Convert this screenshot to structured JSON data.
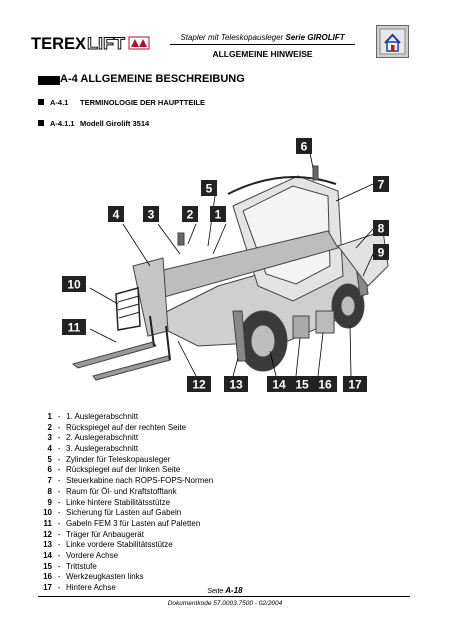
{
  "header": {
    "brand_text": "TEREX",
    "brand_text_outline": "LIFT",
    "subtitle_prefix": "Stapler mit Teleskopausleger",
    "subtitle_model": "Serie GIROLIFT",
    "section": "ALLGEMEINE HINWEISE",
    "home_icon": "home-icon"
  },
  "section": {
    "title": "A-4 ALLGEMEINE BESCHREIBUNG",
    "sub1_num": "A-4.1",
    "sub1_title": "TERMINOLOGIE DER HAUPTTEILE",
    "sub2_num": "A-4.1.1",
    "sub2_title": "Modell Girolift 3514"
  },
  "figure": {
    "callouts": [
      "1",
      "2",
      "3",
      "4",
      "5",
      "6",
      "7",
      "8",
      "9",
      "10",
      "11",
      "12",
      "13",
      "14",
      "15",
      "16",
      "17"
    ]
  },
  "legend": [
    {
      "n": "1",
      "t": "1. Auslegerabschnitt"
    },
    {
      "n": "2",
      "t": "Rückspiegel auf der rechten Seite"
    },
    {
      "n": "3",
      "t": "2. Auslegerabschnitt"
    },
    {
      "n": "4",
      "t": "3. Auslegerabschnitt"
    },
    {
      "n": "5",
      "t": "Zylinder für Teleskopausleger"
    },
    {
      "n": "6",
      "t": "Rückspiegel auf der linken Seite"
    },
    {
      "n": "7",
      "t": "Steuerkabine nach ROPS-FOPS-Normen"
    },
    {
      "n": "8",
      "t": "Raum für Öl- und Kraftstofftank"
    },
    {
      "n": "9",
      "t": "Linke hintere Stabilitätsstütze"
    },
    {
      "n": "10",
      "t": "Sicherung für Lasten auf Gabeln"
    },
    {
      "n": "11",
      "t": "Gabeln FEM 3 für Lasten auf Paletten"
    },
    {
      "n": "12",
      "t": "Träger für Anbaugerät"
    },
    {
      "n": "13",
      "t": "Linke vordere Stabilitätsstütze"
    },
    {
      "n": "14",
      "t": "Vordere Achse"
    },
    {
      "n": "15",
      "t": "Trittstufe"
    },
    {
      "n": "16",
      "t": "Werkzeugkasten links"
    },
    {
      "n": "17",
      "t": "Hintere Achse"
    }
  ],
  "legend_dash": "-",
  "footer": {
    "page_label": "Seite",
    "page_num": "A-18",
    "doc_code": "Dokumentkode 57.0003.7500 - 02/2004"
  }
}
